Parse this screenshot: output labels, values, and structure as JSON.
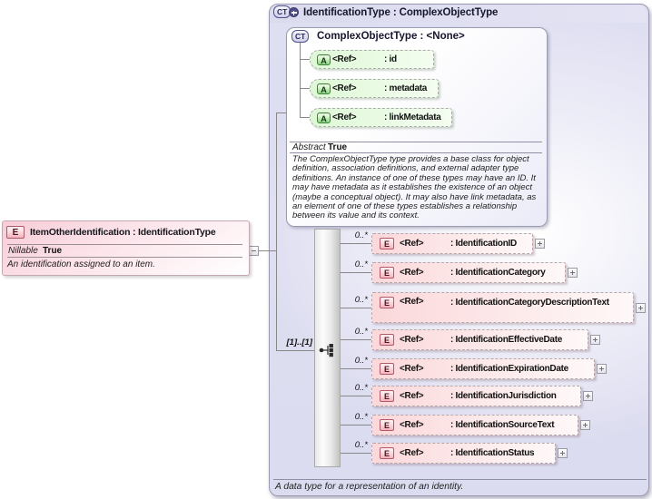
{
  "left_element": {
    "icon_label": "E",
    "title": "ItemOtherIdentification : IdentificationType",
    "property_label": "Nillable",
    "property_value": "True",
    "description": "An identification assigned to an item."
  },
  "type_panel": {
    "icon_label": "CT",
    "title": "IdentificationType : ComplexObjectType",
    "footer_description": "A data type for a representation of an identity.",
    "base_type": {
      "icon_label": "CT",
      "title": "ComplexObjectType : <None>",
      "attributes": [
        {
          "icon_label": "A",
          "ref_label": "<Ref>",
          "name": ": id"
        },
        {
          "icon_label": "A",
          "ref_label": "<Ref>",
          "name": ": metadata"
        },
        {
          "icon_label": "A",
          "ref_label": "<Ref>",
          "name": ": linkMetadata"
        }
      ],
      "property_label": "Abstract",
      "property_value": "True",
      "description": "The ComplexObjectType type provides a base class for object definition, association definitions, and external adapter type definitions. An instance of one of these types may have an ID. It may have metadata as it establishes the existence of an object (maybe a conceptual object). It may also have link metadata, as an element of one of these types establishes a relationship between its value and its context."
    },
    "sequence": {
      "cardinality_label": "[1]..[1]",
      "elements": [
        {
          "icon_label": "E",
          "occurs": "0..*",
          "ref_label": "<Ref>",
          "name": ": IdentificationID"
        },
        {
          "icon_label": "E",
          "occurs": "0..*",
          "ref_label": "<Ref>",
          "name": ": IdentificationCategory"
        },
        {
          "icon_label": "E",
          "occurs": "0..*",
          "ref_label": "<Ref>",
          "name": ": IdentificationCategoryDescriptionText"
        },
        {
          "icon_label": "E",
          "occurs": "0..*",
          "ref_label": "<Ref>",
          "name": ": IdentificationEffectiveDate"
        },
        {
          "icon_label": "E",
          "occurs": "0..*",
          "ref_label": "<Ref>",
          "name": ": IdentificationExpirationDate"
        },
        {
          "icon_label": "E",
          "occurs": "0..*",
          "ref_label": "<Ref>",
          "name": ": IdentificationJurisdiction"
        },
        {
          "icon_label": "E",
          "occurs": "0..*",
          "ref_label": "<Ref>",
          "name": ": IdentificationSourceText"
        },
        {
          "icon_label": "E",
          "occurs": "0..*",
          "ref_label": "<Ref>",
          "name": ": IdentificationStatus"
        }
      ]
    }
  },
  "colors": {
    "panel_lavender": "#dedff2",
    "element_pink": "#fbd8da",
    "attribute_green": "#def8d6",
    "type_icon_navy": "#50508a",
    "element_icon_maroon": "#b25a68",
    "attribute_icon_green": "#3f7a3f"
  }
}
